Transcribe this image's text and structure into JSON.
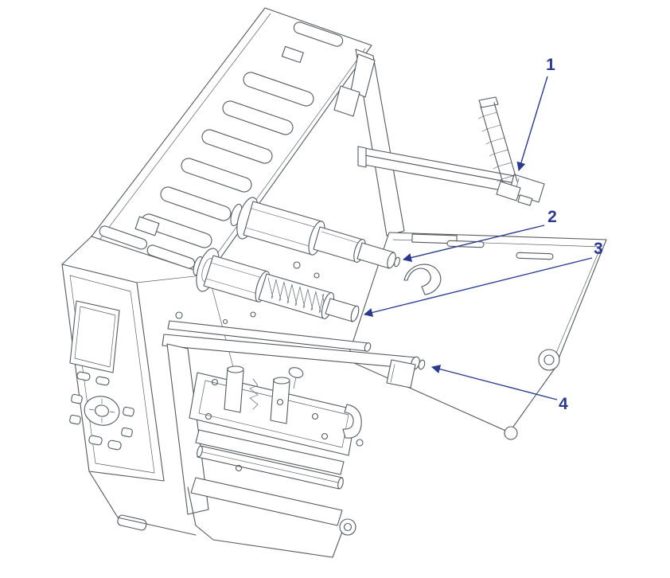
{
  "colors": {
    "background": "#ffffff",
    "line": "#55595f",
    "accent": "#2a3b8f"
  },
  "icons": {
    "callout_arrowhead": "filled-triangle-arrow"
  },
  "callouts": [
    {
      "label": "1"
    },
    {
      "label": "2"
    },
    {
      "label": "3"
    },
    {
      "label": "4"
    }
  ]
}
